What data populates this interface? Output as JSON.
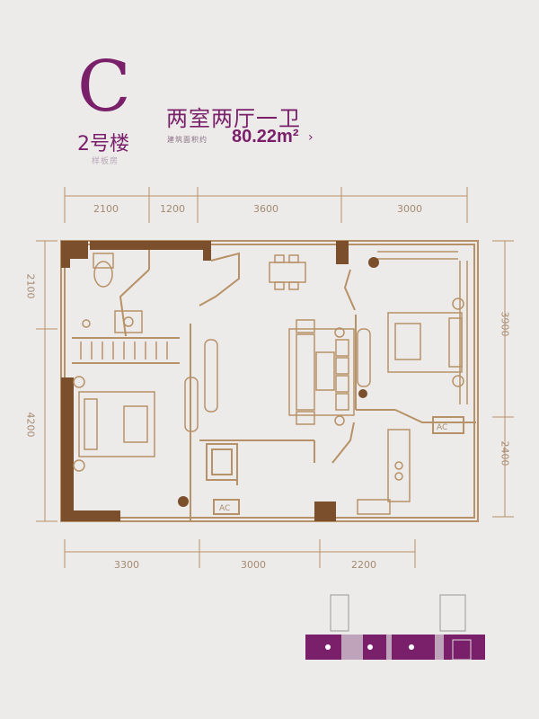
{
  "header": {
    "building_letter": "C",
    "building_label": "2号楼",
    "building_sub": "样板房",
    "layout_title": "两室两厅一卫",
    "area_label": "建筑面积约",
    "area_value": "80.22m²",
    "arrow": "›"
  },
  "dimensions": {
    "top": [
      "2100",
      "1200",
      "3600",
      "3000"
    ],
    "bottom": [
      "3300",
      "3000",
      "2200"
    ],
    "left": [
      "2100",
      "4200"
    ],
    "right": [
      "3900",
      "2400"
    ]
  },
  "labels": {
    "ac_right": "AC",
    "ac_bottom": "AC"
  },
  "colors": {
    "brand": "#7a1f6a",
    "wall": "#b79167",
    "wall_dark": "#7b4e2c",
    "background": "#ecebe9"
  }
}
